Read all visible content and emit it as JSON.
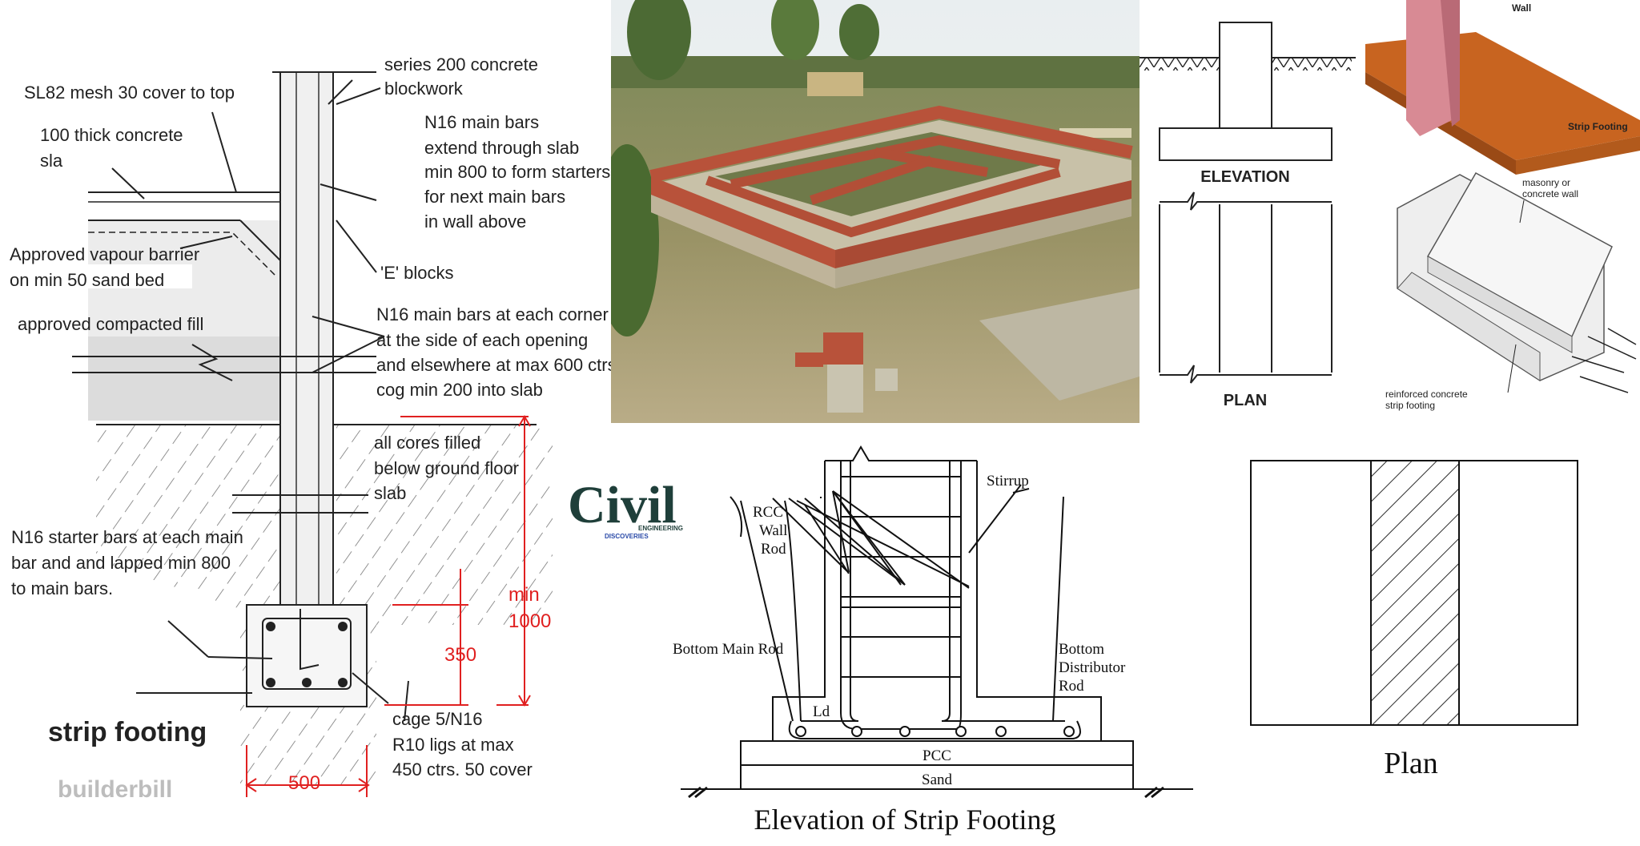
{
  "detail": {
    "labels": {
      "series200": "series 200 concrete",
      "blockwork": "blockwork",
      "sl82": "SL82 mesh 30 cover to top",
      "thick100": "100 thick concrete",
      "sla": "sla",
      "n16main1": "N16 main bars",
      "n16main2": "extend through slab",
      "n16main3": "min 800 to form starters",
      "n16main4": "for next main bars",
      "n16main5": "in wall above",
      "vapour1": "Approved vapour barrier",
      "vapour2": "on min 50 sand bed",
      "eblocks": "'E' blocks",
      "fill": "approved compacted fill",
      "corner1": "N16 main bars at each corner",
      "corner2": "at the side of each opening",
      "corner3": "and elsewhere at max 600 ctrs",
      "corner4": "cog min 200 into slab",
      "cores1": "all cores filled",
      "cores2": "below ground floor",
      "cores3": "slab",
      "starter1": "N16 starter bars at each main",
      "starter2": "bar and and lapped min 800",
      "starter3": "to main bars.",
      "min": "min",
      "min1000": "1000",
      "d350": "350",
      "d500": "500",
      "strip": "strip footing",
      "brand": "builderbill",
      "cage1": "cage 5/N16",
      "cage2": "R10 ligs at max",
      "cage3": "450 ctrs. 50 cover"
    }
  },
  "isometric": {
    "elevation": "ELEVATION",
    "plan": "PLAN",
    "wall": "Wall",
    "strip": "Strip Footing",
    "masonry1": "masonry   or",
    "masonry2": "concrete wall",
    "reinforced1": "reinforced concrete",
    "reinforced2": "strip footing"
  },
  "logo": {
    "text": "Civil",
    "sub1": "ENGINEERING",
    "sub2": "DISCOVERIES"
  },
  "section": {
    "stirrup": "Stirrup",
    "rcc1": "RCC",
    "rcc2": "Wall",
    "rcc3": "Rod",
    "bottomMain": "Bottom Main Rod",
    "bd1": "Bottom",
    "bd2": "Distributor",
    "bd3": "Rod",
    "ld": "Ld",
    "pcc": "PCC",
    "sand": "Sand",
    "title": "Elevation of Strip Footing"
  },
  "planview": {
    "title": "Plan"
  }
}
